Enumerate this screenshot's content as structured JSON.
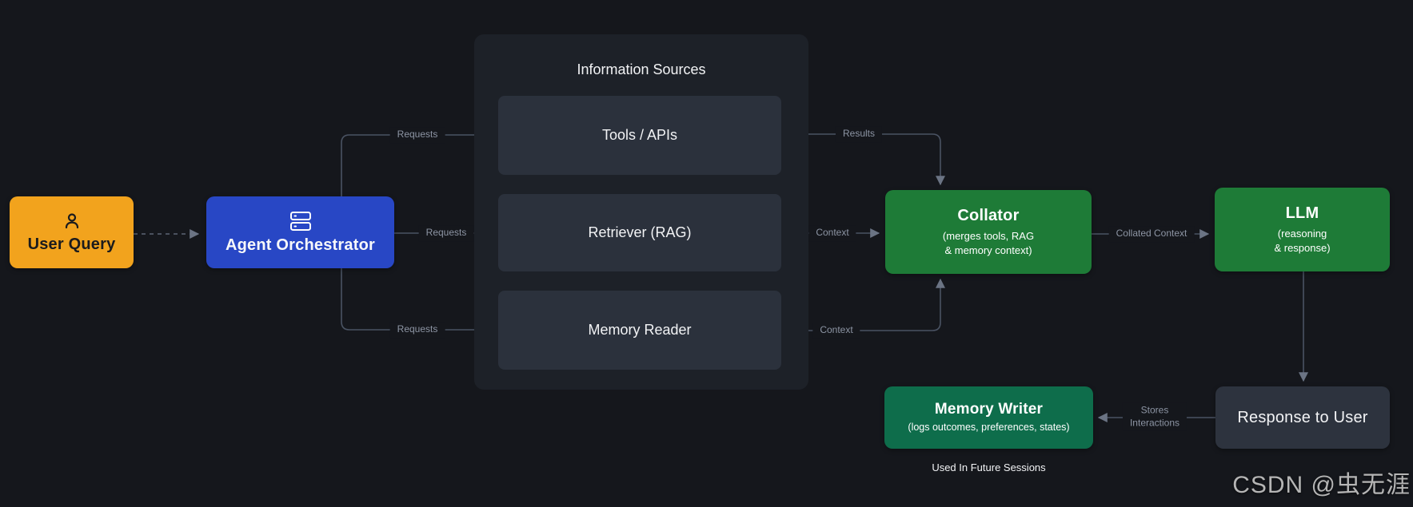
{
  "diagram_title_hint": "agent orchestration architecture flow",
  "colors": {
    "background": "#15171c",
    "panel": "#1d2128",
    "source_box": "#2b313c",
    "user_query": "#f2a31d",
    "orchestrator": "#2847c5",
    "green_node": "#1e7b37",
    "memory_writer": "#0e6d4b",
    "response_box": "#2d333e",
    "edge_line": "#4a5363",
    "edge_label_text": "#8d95a4"
  },
  "nodes": {
    "user_query": {
      "label": "User Query",
      "icon": "user-icon"
    },
    "orchestrator": {
      "label": "Agent Orchestrator",
      "icon": "server-stack-icon"
    },
    "information_sources": {
      "title": "Information Sources",
      "items": [
        "Tools / APIs",
        "Retriever (RAG)",
        "Memory Reader"
      ]
    },
    "collator": {
      "title": "Collator",
      "subtitle": "(merges tools, RAG\n& memory context)"
    },
    "llm": {
      "title": "LLM",
      "subtitle": "(reasoning\n& response)"
    },
    "response_to_user": {
      "label": "Response to User"
    },
    "memory_writer": {
      "title": "Memory Writer",
      "subtitle": "(logs outcomes, preferences, states)"
    },
    "footnote": "Used In Future Sessions"
  },
  "edges": {
    "requests_tools": "Requests",
    "requests_retriever": "Requests",
    "requests_memory": "Requests",
    "results": "Results",
    "context_rag": "Context",
    "context_memory": "Context",
    "collated_context": "Collated Context",
    "stores_interactions": "Stores\nInteractions"
  },
  "watermark": "CSDN @虫无涯"
}
